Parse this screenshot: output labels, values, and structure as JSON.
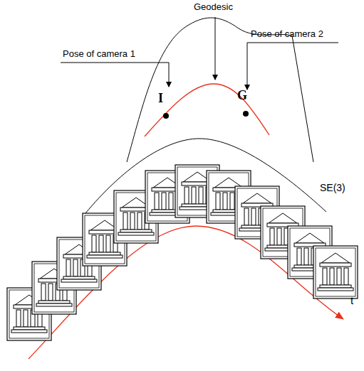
{
  "diagram": {
    "labels": [
      "Pose of camera 1",
      "Geodesic",
      "Pose of camera 2",
      "I",
      "G",
      "SE(3)",
      "t"
    ]
  }
}
